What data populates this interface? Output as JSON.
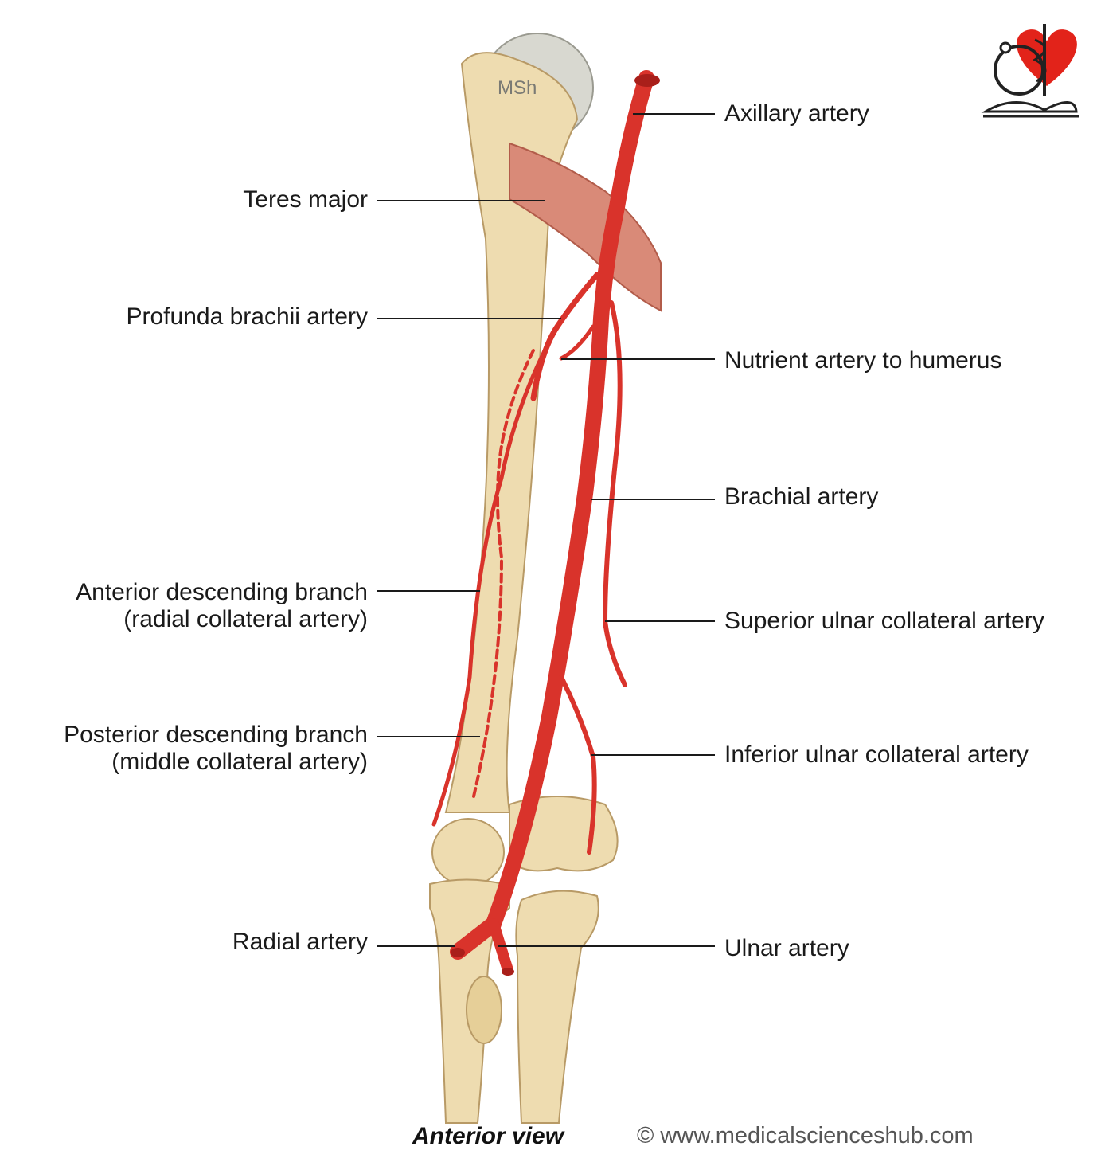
{
  "labels": {
    "axillary": "Axillary artery",
    "teres": "Teres major",
    "profunda": "Profunda brachii artery",
    "nutrient": "Nutrient artery to humerus",
    "brachial": "Brachial artery",
    "anterior_desc_1": "Anterior descending branch",
    "anterior_desc_2": "(radial collateral artery)",
    "superior_ulnar": "Superior ulnar collateral artery",
    "posterior_desc_1": "Posterior descending branch",
    "posterior_desc_2": "(middle collateral artery)",
    "inferior_ulnar": "Inferior ulnar collateral artery",
    "radial": "Radial artery",
    "ulnar": "Ulnar artery"
  },
  "bone_mark": "MSh",
  "caption": "Anterior view",
  "copyright": "© www.medicalscienceshub.com",
  "colors": {
    "artery": "#d9332b",
    "artery_dark": "#a91f1a",
    "bone": "#eedcb0",
    "bone_shadow": "#c9ad78",
    "muscle": "#d98a78",
    "leader": "#1a1a1a",
    "logo_heart": "#e2231a"
  },
  "icons": {
    "logo": "medical-heart-book-logo"
  }
}
